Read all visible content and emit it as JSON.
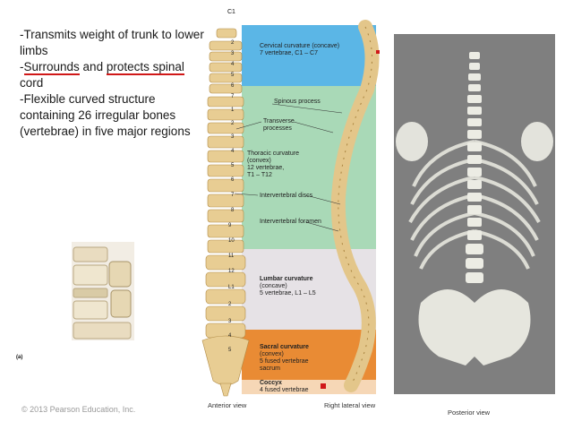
{
  "slide": {
    "bullets": [
      {
        "text": "-Transmits weight of trunk to lower limbs"
      },
      {
        "pre": "-",
        "u1": "Surrounds",
        "mid": " and ",
        "u2": "protects spinal",
        "post": " cord"
      },
      {
        "text": "-Flexible curved structure containing 26 irregular bones (vertebrae) in five major regions"
      }
    ],
    "copyright": "© 2013 Pearson Education, Inc."
  },
  "figure": {
    "top_label": "C1",
    "regions": {
      "cervical": {
        "title": "Cervical curvature (concave)",
        "sub": "7 vertebrae, C1 – C7",
        "color": "#5bb6e6"
      },
      "thoracic": {
        "title": "Thoracic curvature",
        "sub1": "(convex)",
        "sub2": "12 vertebrae,",
        "sub3": "T1 – T12",
        "color": "#a9d9b7"
      },
      "lumbar": {
        "title": "Lumbar curvature",
        "sub1": "(concave)",
        "sub2": "5 vertebrae, L1 – L5",
        "color": "#e6e2e6"
      },
      "sacral": {
        "title": "Sacral curvature",
        "sub1": "(convex)",
        "sub2": "5 fused vertebrae",
        "sub3": "sacrum",
        "color": "#e98b34"
      },
      "coccyx": {
        "title": "Coccyx",
        "sub": "4 fused vertebrae",
        "color": "#f6d7b6"
      }
    },
    "annotations": {
      "spinous": "Spinous process",
      "transverse": "Transverse processes",
      "disc": "Intervertebral discs",
      "foramen": "Intervertebral foramen"
    },
    "vertebra_numbers": [
      "2",
      "3",
      "4",
      "5",
      "6",
      "7",
      "1",
      "2",
      "3",
      "4",
      "5",
      "6",
      "7",
      "8",
      "9",
      "10",
      "11",
      "12",
      "L1",
      "2",
      "3",
      "4",
      "5"
    ],
    "panel_letter": "(a)",
    "captions": {
      "anterior": "Anterior view",
      "lateral": "Right lateral view",
      "posterior": "Posterior view"
    }
  }
}
